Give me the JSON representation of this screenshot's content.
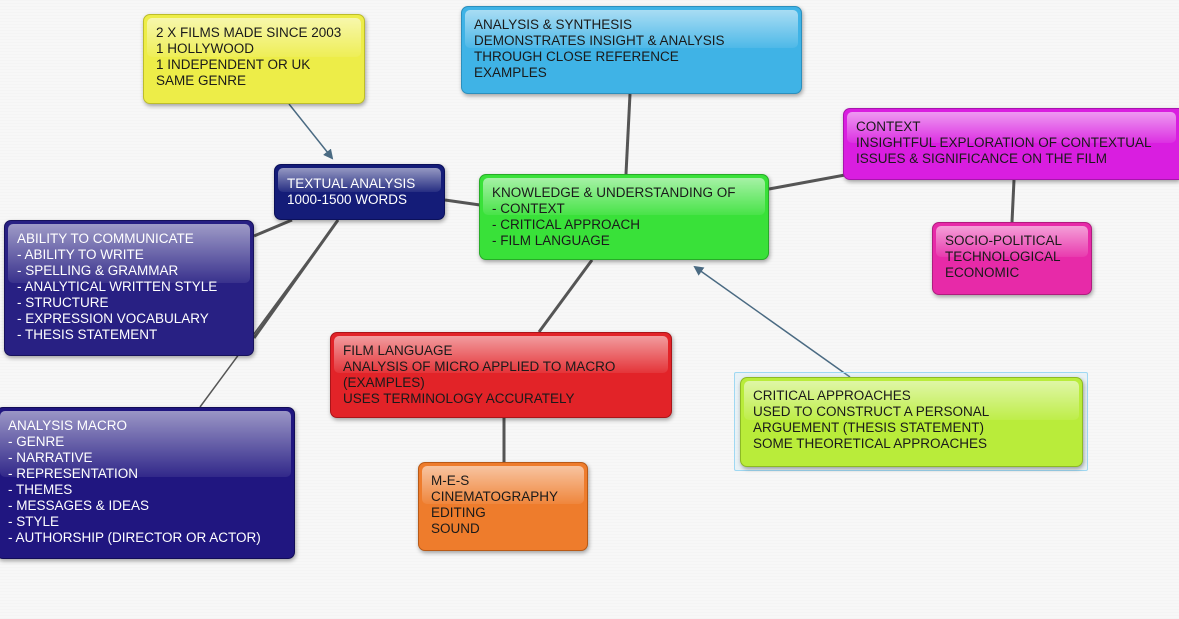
{
  "nodes": {
    "films": {
      "lines": [
        "2 X FILMS MADE SINCE 2003",
        "1 HOLLYWOOD",
        "1 INDEPENDENT OR UK",
        "SAME GENRE"
      ],
      "color": "#eded48"
    },
    "analysis_synthesis": {
      "lines": [
        "ANALYSIS & SYNTHESIS",
        "DEMONSTRATES INSIGHT & ANALYSIS",
        "THROUGH CLOSE REFERENCE",
        "EXAMPLES"
      ],
      "color": "#3fb3e6"
    },
    "context": {
      "lines": [
        "CONTEXT",
        "INSIGHTFUL EXPLORATION OF CONTEXTUAL",
        "ISSUES & SIGNIFICANCE ON THE FILM"
      ],
      "color": "#d91ee0"
    },
    "textual_analysis": {
      "lines": [
        "TEXTUAL ANALYSIS",
        "1000-1500 WORDS"
      ],
      "color": "#141c78"
    },
    "knowledge": {
      "lines": [
        "KNOWLEDGE & UNDERSTANDING OF",
        "- CONTEXT",
        "- CRITICAL APPROACH",
        "- FILM LANGUAGE"
      ],
      "color": "#39e139"
    },
    "socio": {
      "lines": [
        "SOCIO-POLITICAL",
        "TECHNOLOGICAL",
        "ECONOMIC"
      ],
      "color": "#e72aa8"
    },
    "communicate": {
      "lines": [
        "ABILITY TO COMMUNICATE",
        "- ABILITY TO WRITE",
        "- SPELLING & GRAMMAR",
        "- ANALYTICAL WRITTEN STYLE",
        "- STRUCTURE",
        "- EXPRESSION VOCABULARY",
        "- THESIS STATEMENT"
      ],
      "color": "#282083"
    },
    "film_language": {
      "lines": [
        "FILM LANGUAGE",
        "ANALYSIS OF MICRO APPLIED TO MACRO",
        "(EXAMPLES)",
        "USES TERMINOLOGY ACCURATELY"
      ],
      "color": "#e22328"
    },
    "critical": {
      "lines": [
        "CRITICAL APPROACHES",
        "USED TO CONSTRUCT A PERSONAL",
        "ARGUEMENT (THESIS STATEMENT)",
        "SOME THEORETICAL APPROACHES"
      ],
      "color": "#b9ec3a"
    },
    "macro": {
      "lines": [
        "ANALYSIS MACRO",
        "- GENRE",
        "- NARRATIVE",
        "- REPRESENTATION",
        "- THEMES",
        "- MESSAGES & IDEAS",
        "- STYLE",
        "- AUTHORSHIP (DIRECTOR OR ACTOR)"
      ],
      "color": "#201680"
    },
    "mes": {
      "lines": [
        "M-E-S",
        "CINEMATOGRAPHY",
        "EDITING",
        "SOUND"
      ],
      "color": "#ee7c2c"
    }
  },
  "connector_color": "#555555",
  "arrow_color": "#4a6a82"
}
